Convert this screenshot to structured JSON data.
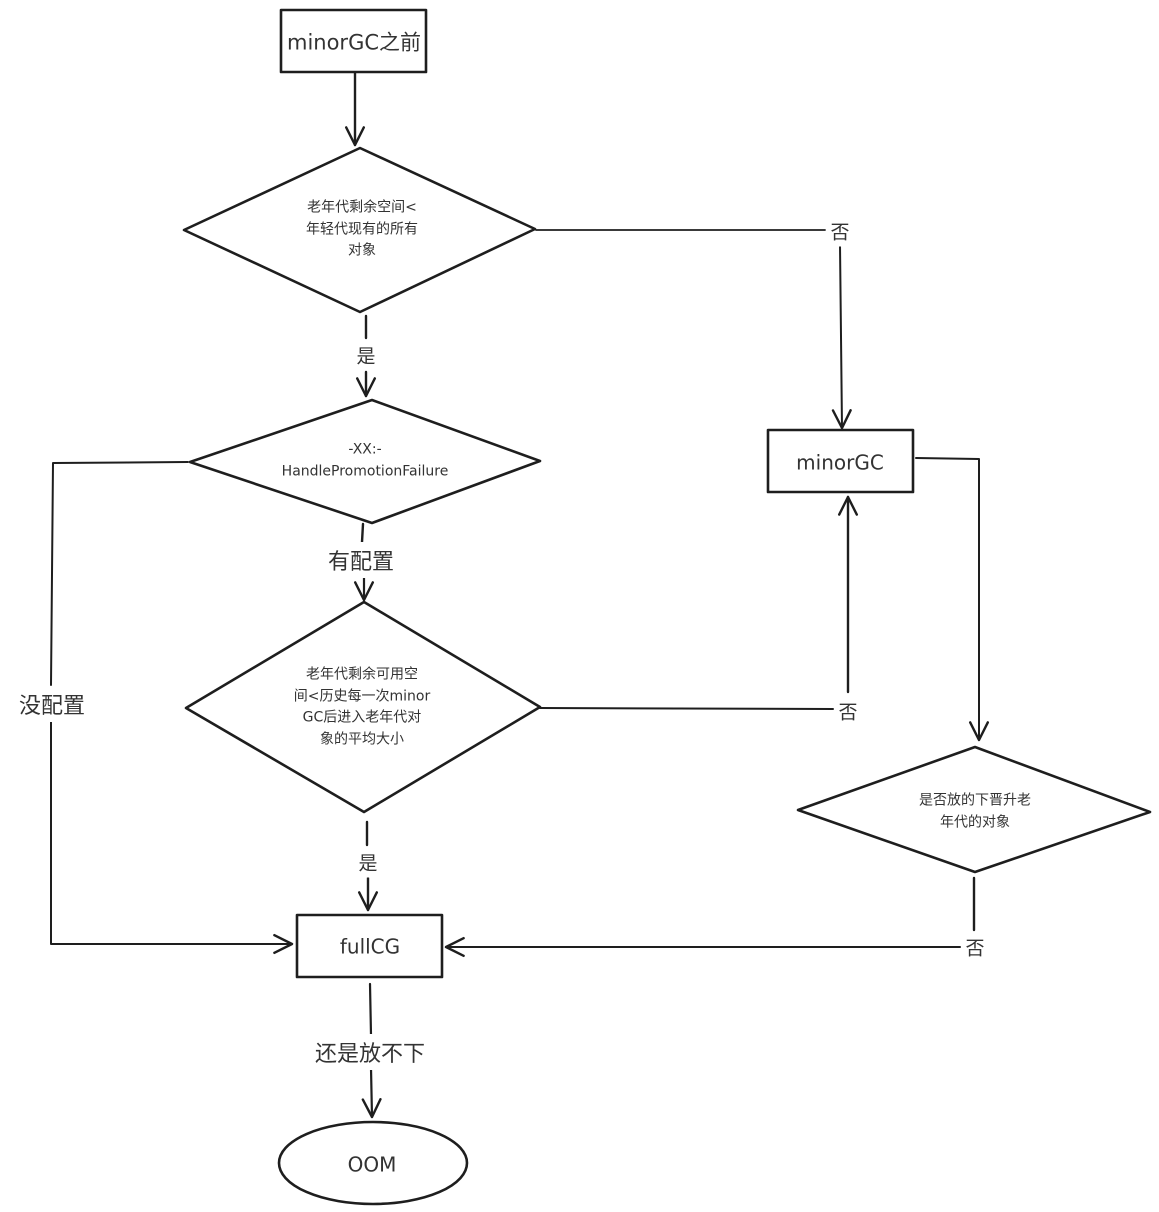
{
  "nodes": {
    "start": {
      "label": "minorGC之前",
      "shape": "rectangle"
    },
    "cond_old_space": {
      "label": "老年代剩余空间<\n年轻代现有的所有\n对象",
      "shape": "diamond"
    },
    "cond_handle_promotion": {
      "label": "-XX:-\nHandlePromotionFailure",
      "shape": "diamond"
    },
    "cond_avg_size": {
      "label": "老年代剩余可用空\n间<历史每一次minor\nGC后进入老年代对\n象的平均大小",
      "shape": "diamond"
    },
    "minor_gc": {
      "label": "minorGC",
      "shape": "rectangle"
    },
    "cond_fit_promoted": {
      "label": "是否放的下晋升老\n年代的对象",
      "shape": "diamond"
    },
    "full_gc": {
      "label": "fullCG",
      "shape": "rectangle"
    },
    "oom": {
      "label": "OOM",
      "shape": "ellipse"
    }
  },
  "edges": [
    {
      "from": "start",
      "to": "cond_old_space",
      "label": ""
    },
    {
      "from": "cond_old_space",
      "to": "cond_handle_promotion",
      "label": "是"
    },
    {
      "from": "cond_old_space",
      "to": "minor_gc",
      "label": "否"
    },
    {
      "from": "cond_handle_promotion",
      "to": "cond_avg_size",
      "label": "有配置"
    },
    {
      "from": "cond_handle_promotion",
      "to": "full_gc",
      "label": "没配置"
    },
    {
      "from": "cond_avg_size",
      "to": "full_gc",
      "label": "是"
    },
    {
      "from": "cond_avg_size",
      "to": "minor_gc",
      "label": "否"
    },
    {
      "from": "minor_gc",
      "to": "cond_fit_promoted",
      "label": ""
    },
    {
      "from": "cond_fit_promoted",
      "to": "full_gc",
      "label": "否"
    },
    {
      "from": "full_gc",
      "to": "oom",
      "label": "还是放不下"
    }
  ],
  "labels": {
    "yes_1": "是",
    "no_1": "否",
    "configured": "有配置",
    "not_configured": "没配置",
    "yes_2": "是",
    "no_2": "否",
    "no_3": "否",
    "still_not_fit": "还是放不下"
  },
  "colors": {
    "stroke": "#1e1e1e",
    "text": "#333333",
    "background": "#ffffff"
  }
}
